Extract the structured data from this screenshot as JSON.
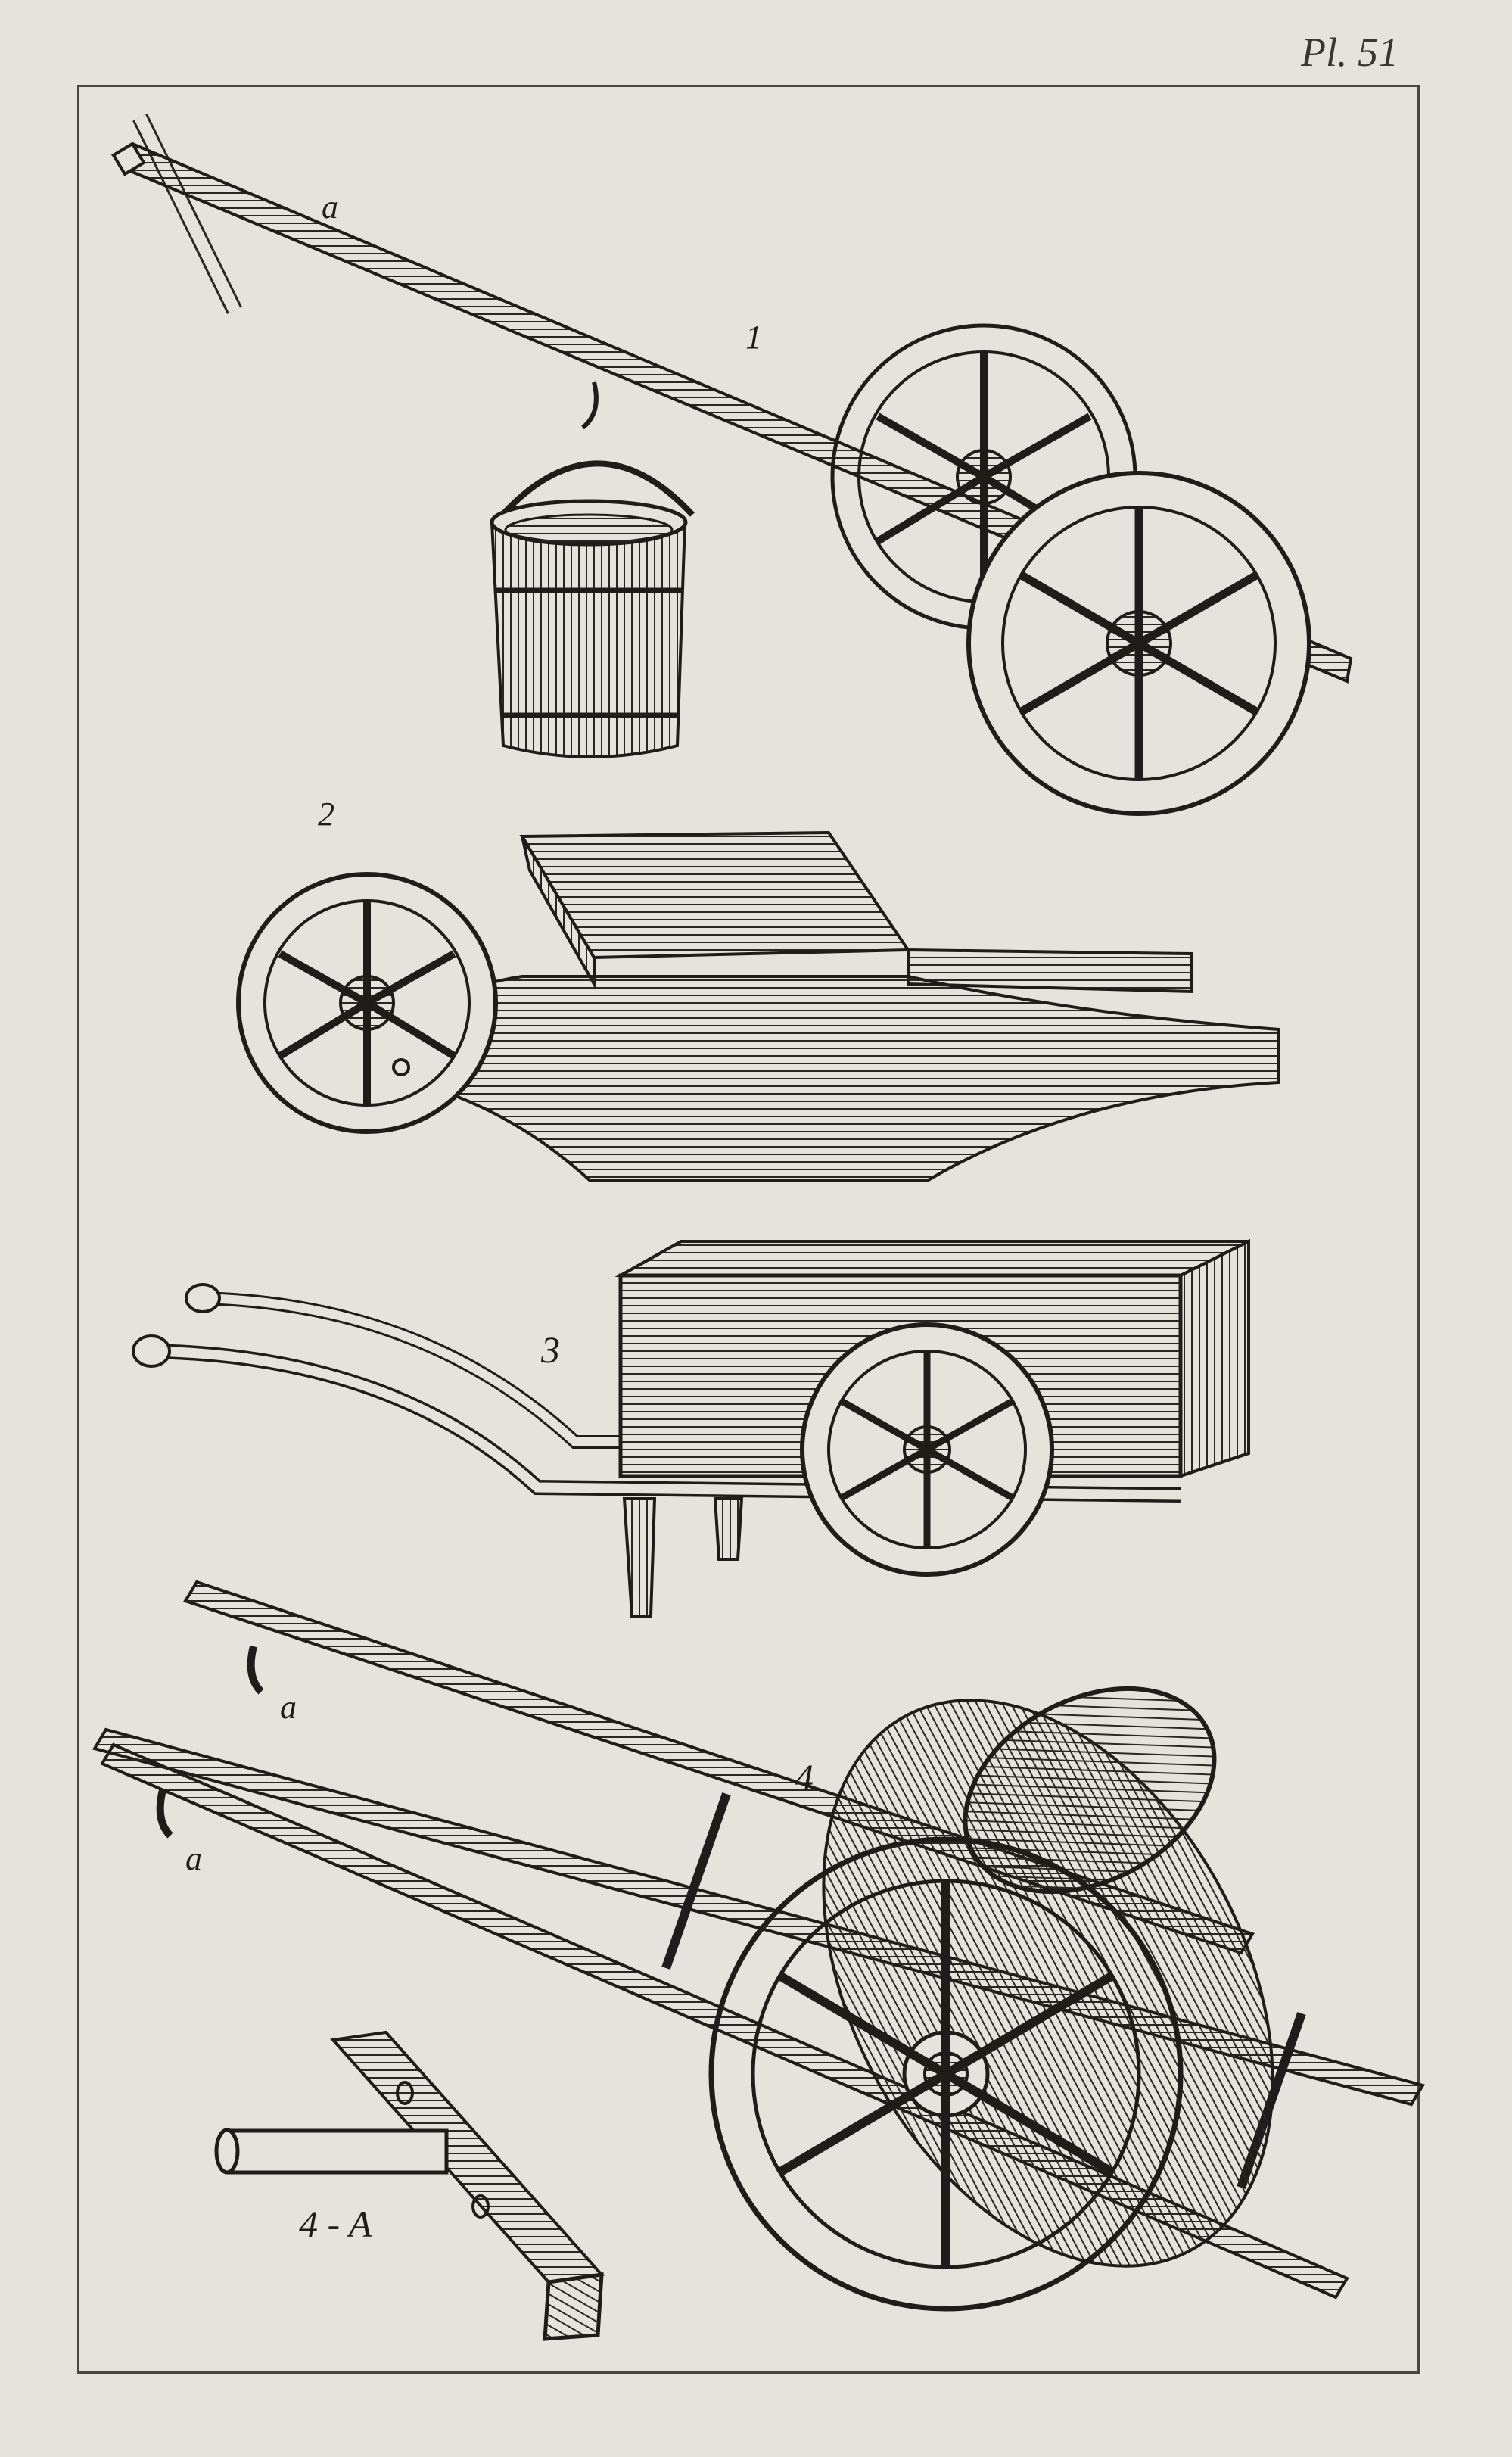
{
  "plate": {
    "number": "Pl. 51",
    "paper_color": "#e6e3dc",
    "ink_color": "#1f1d1a"
  },
  "figures": [
    {
      "id": "fig-1",
      "label": "1",
      "part_label": "a",
      "subject": "two-wheeled pole cart with hanging bucket"
    },
    {
      "id": "fig-2",
      "label": "2",
      "subject": "wheelbarrow with open box"
    },
    {
      "id": "fig-3",
      "label": "3",
      "subject": "wheelbarrow with crate and curved handles"
    },
    {
      "id": "fig-4",
      "label": "4",
      "part_labels": [
        "a",
        "a"
      ],
      "subject": "two-wheeled ladder cart carrying a barrel"
    },
    {
      "id": "fig-4a",
      "label": "4 - A",
      "subject": "detail of beam with peg"
    }
  ]
}
